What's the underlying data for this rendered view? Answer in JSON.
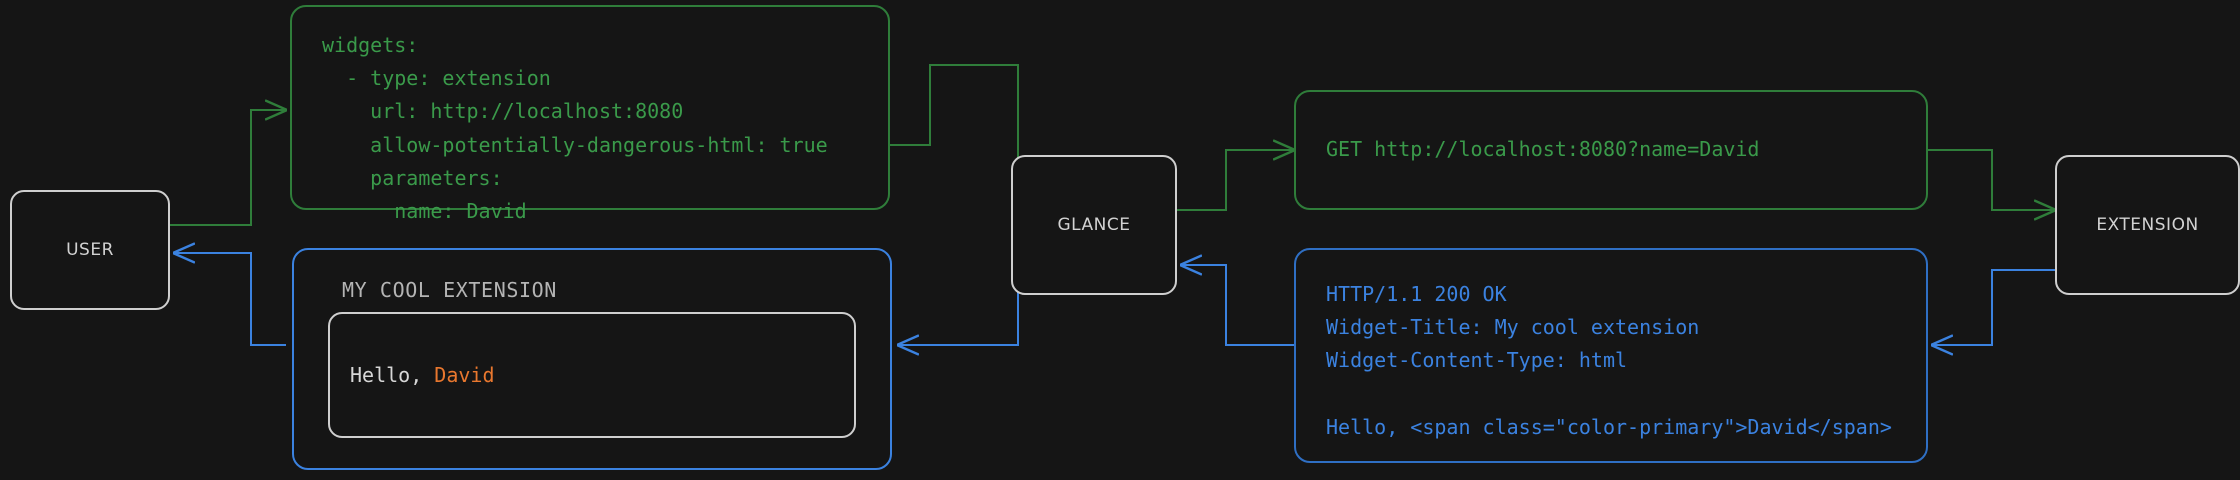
{
  "theme": {
    "background": "#151515",
    "node_border": "#cfcfcf",
    "node_text": "#d2d2d2",
    "request_color": "#3a9a4a",
    "request_border": "#2f7d3a",
    "response_color": "#3b82e0",
    "response_border": "#2f6fc4",
    "accent_color": "#e8772e",
    "muted_text": "#b4b4b4"
  },
  "nodes": {
    "user": "USER",
    "glance": "GLANCE",
    "extension": "EXTENSION"
  },
  "messages": {
    "config_yaml": "widgets:\n  - type: extension\n    url: http://localhost:8080\n    allow-potentially-dangerous-html: true\n    parameters:\n      name: David",
    "http_request": "GET http://localhost:8080?name=David",
    "http_response": "HTTP/1.1 200 OK\nWidget-Title: My cool extension\nWidget-Content-Type: html\n\nHello, <span class=\"color-primary\">David</span>"
  },
  "widget": {
    "title": "MY COOL EXTENSION",
    "greeting_prefix": "Hello, ",
    "greeting_name": "David"
  }
}
